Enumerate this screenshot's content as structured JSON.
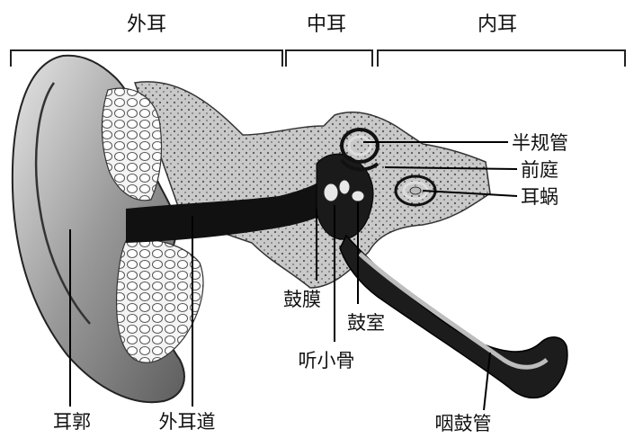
{
  "sections": {
    "outer_ear": "外耳",
    "middle_ear": "中耳",
    "inner_ear": "内耳"
  },
  "labels": {
    "semicircular_canals": "半规管",
    "vestibule": "前庭",
    "cochlea": "耳蜗",
    "eardrum": "鼓膜",
    "tympanic_cavity": "鼓室",
    "ossicles": "听小骨",
    "auricle": "耳郭",
    "ear_canal": "外耳道",
    "eustachian_tube": "咽鼓管"
  }
}
